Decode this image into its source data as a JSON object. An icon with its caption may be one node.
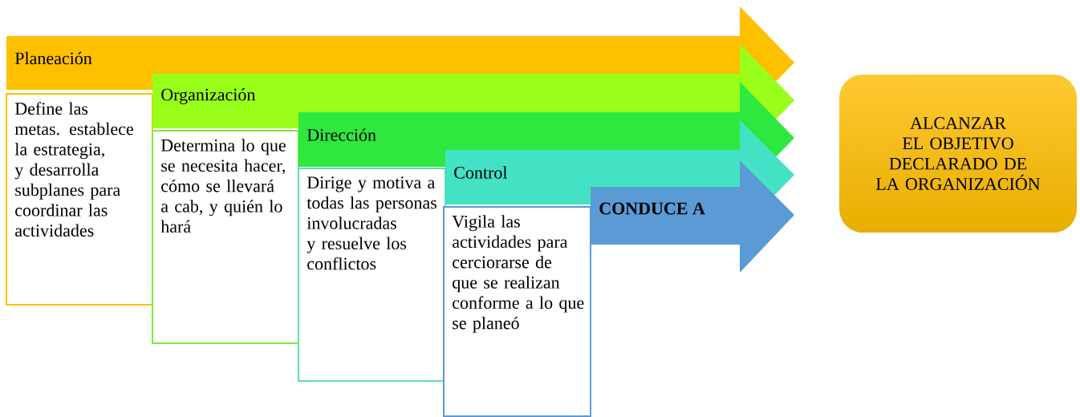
{
  "diagram": {
    "nodes": [
      {
        "text": [
          "Planeación"
        ]
      },
      {
        "text": [
          "Define las metas. establece la estrategia, y desarrolla subplanes para coordinar las actividades"
        ]
      },
      {
        "text": [
          "Organización"
        ]
      },
      {
        "text": [
          "Determina lo que se necesita hacer, cómo se llevará a cab, y quién lo hará"
        ]
      },
      {
        "text": [
          "Dirección"
        ]
      },
      {
        "text": [
          "Dirige y motiva a todas las personas involucradas y resuelve los conflictos"
        ]
      },
      {
        "text": [
          "Control"
        ]
      },
      {
        "text": [
          "Vigila las actividades para cerciorarse de que se realizan conforme a lo que se planeó"
        ]
      },
      {
        "text": [
          "CONDUCE A"
        ]
      },
      {
        "text": [
          "ALCANZAR EL OBJETIVO DECLARADO DE LA ORGANIZACIÓN"
        ]
      }
    ]
  }
}
